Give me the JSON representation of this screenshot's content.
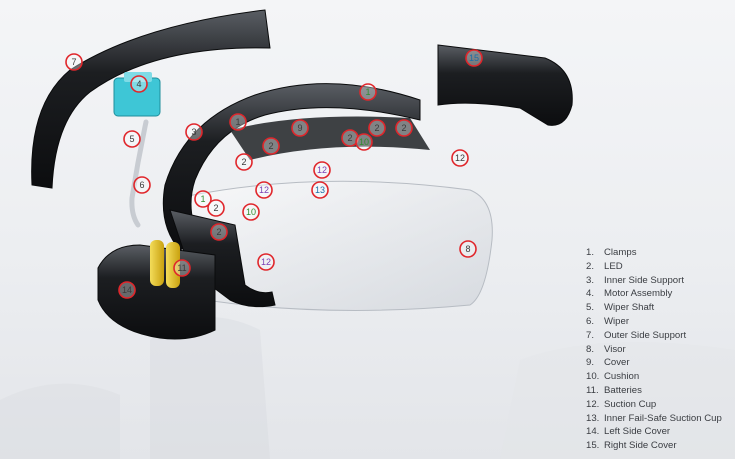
{
  "colors": {
    "callout_ring": "#e0262b",
    "callout_text_default": "#3b3b3b",
    "callout_text_green": "#2f8f2f",
    "callout_text_purple": "#7b3fb5",
    "callout_text_teal": "#1b6fa8",
    "frame_black": "#16181b",
    "motor_cyan": "#3ec6d6",
    "battery_yellow": "#e7c21b",
    "visor_tint": "#d9dde2"
  },
  "callouts": [
    {
      "number": "7",
      "color": "default"
    },
    {
      "number": "4",
      "color": "default"
    },
    {
      "number": "5",
      "color": "default"
    },
    {
      "number": "6",
      "color": "default"
    },
    {
      "number": "3",
      "color": "default"
    },
    {
      "number": "1",
      "color": "default"
    },
    {
      "number": "1",
      "color": "green"
    },
    {
      "number": "1",
      "color": "green"
    },
    {
      "number": "9",
      "color": "default"
    },
    {
      "number": "2",
      "color": "default"
    },
    {
      "number": "2",
      "color": "default"
    },
    {
      "number": "2",
      "color": "default"
    },
    {
      "number": "2",
      "color": "default"
    },
    {
      "number": "2",
      "color": "default"
    },
    {
      "number": "2",
      "color": "default"
    },
    {
      "number": "2",
      "color": "default"
    },
    {
      "number": "10",
      "color": "green"
    },
    {
      "number": "10",
      "color": "green"
    },
    {
      "number": "12",
      "color": "purple"
    },
    {
      "number": "12",
      "color": "purple"
    },
    {
      "number": "12",
      "color": "purple"
    },
    {
      "number": "12",
      "color": "default"
    },
    {
      "number": "13",
      "color": "teal"
    },
    {
      "number": "8",
      "color": "default"
    },
    {
      "number": "11",
      "color": "default"
    },
    {
      "number": "14",
      "color": "default"
    },
    {
      "number": "15",
      "color": "teal"
    }
  ],
  "legend": [
    {
      "number": "1.",
      "label": "Clamps"
    },
    {
      "number": "2.",
      "label": "LED"
    },
    {
      "number": "3.",
      "label": "Inner Side Support"
    },
    {
      "number": "4.",
      "label": "Motor Assembly"
    },
    {
      "number": "5.",
      "label": "Wiper Shaft"
    },
    {
      "number": "6.",
      "label": "Wiper"
    },
    {
      "number": "7.",
      "label": "Outer Side Support"
    },
    {
      "number": "8.",
      "label": "Visor"
    },
    {
      "number": "9.",
      "label": "Cover"
    },
    {
      "number": "10.",
      "label": "Cushion"
    },
    {
      "number": "11.",
      "label": "Batteries"
    },
    {
      "number": "12.",
      "label": "Suction Cup"
    },
    {
      "number": "13.",
      "label": "Inner Fail-Safe Suction Cup"
    },
    {
      "number": "14.",
      "label": "Left Side Cover"
    },
    {
      "number": "15.",
      "label": "Right Side Cover"
    }
  ]
}
